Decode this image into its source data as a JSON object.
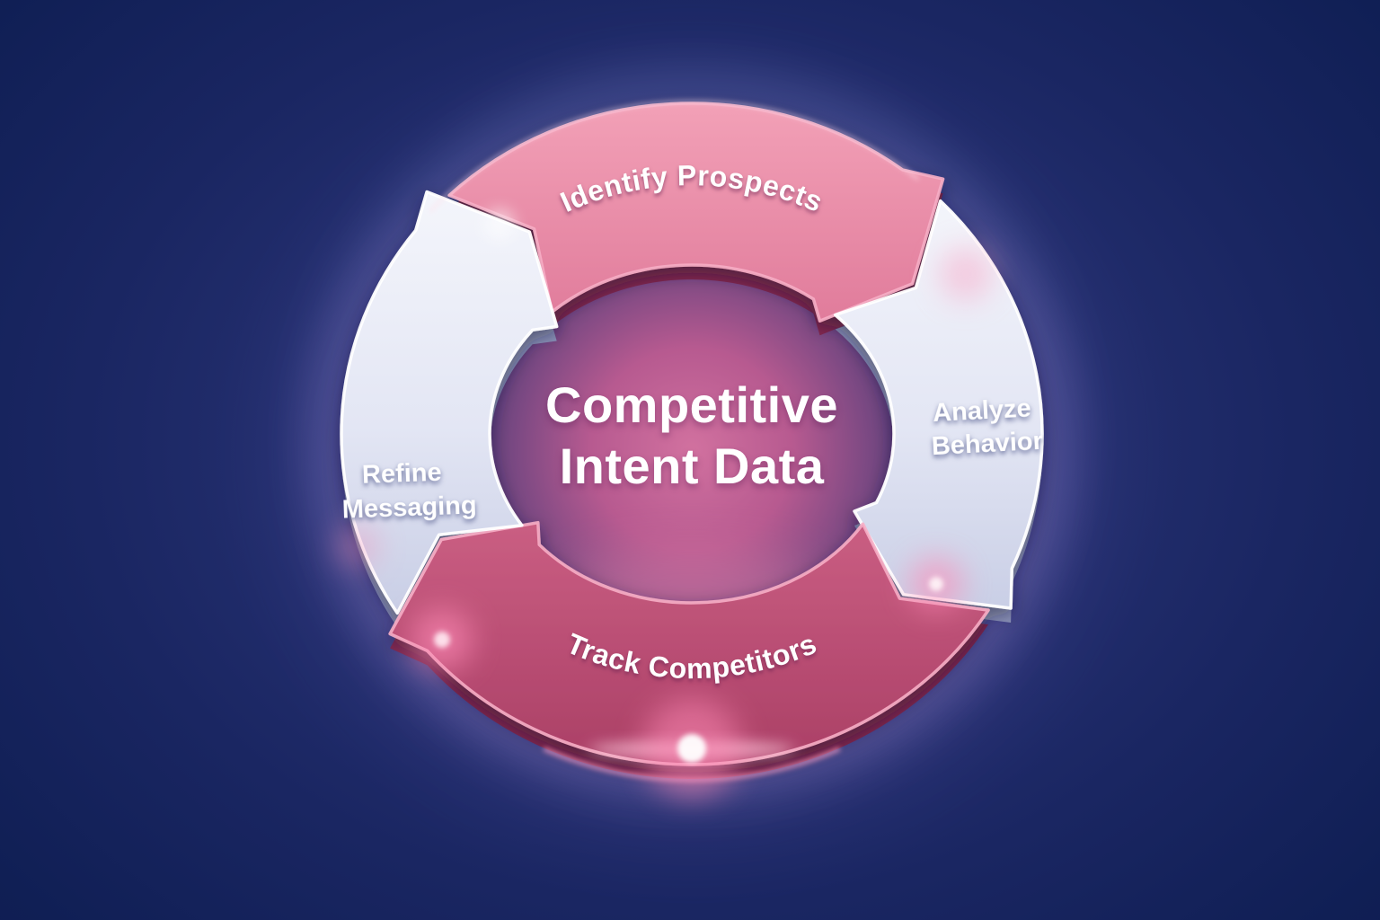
{
  "diagram": {
    "type": "cycle",
    "direction": "clockwise",
    "center_label": {
      "line1": "Competitive",
      "line2": "Intent Data"
    },
    "steps": [
      {
        "name": "identify-prospects",
        "label": "Identify Prospects",
        "position": "top",
        "color_key": "pink"
      },
      {
        "name": "analyze-behavior",
        "label": "Analyze Behavior",
        "position": "right",
        "color_key": "light",
        "lines": [
          "Analyze",
          "Behavior"
        ]
      },
      {
        "name": "track-competitors",
        "label": "Track Competitors",
        "position": "bottom",
        "color_key": "pink"
      },
      {
        "name": "refine-messaging",
        "label": "Refine Messaging",
        "position": "left",
        "color_key": "light",
        "lines": [
          "Refine",
          "Messaging"
        ]
      }
    ],
    "colors": {
      "background_dark": "#0c1a4a",
      "background_mid": "#273273",
      "pink_grad": [
        "#f3a2b8",
        "#d96d90",
        "#a73c63"
      ],
      "pink_depth": "#84284d",
      "pink_rim": "#f6aec5",
      "light_grad": [
        "#f8f9fd",
        "#e3e6f4",
        "#b9c0dd"
      ],
      "light_depth": "#8d94b8",
      "light_rim": "#ffffff",
      "disc_grad": [
        "#d1719f",
        "#b75a90",
        "#7c4983",
        "#523d7a"
      ],
      "halo_blue": "#b7c4ff",
      "glow_pink": "#ff8ab6",
      "glow_soft": "#ffc9dd",
      "glow_white": "#ffffff",
      "text": "#ffffff"
    }
  }
}
